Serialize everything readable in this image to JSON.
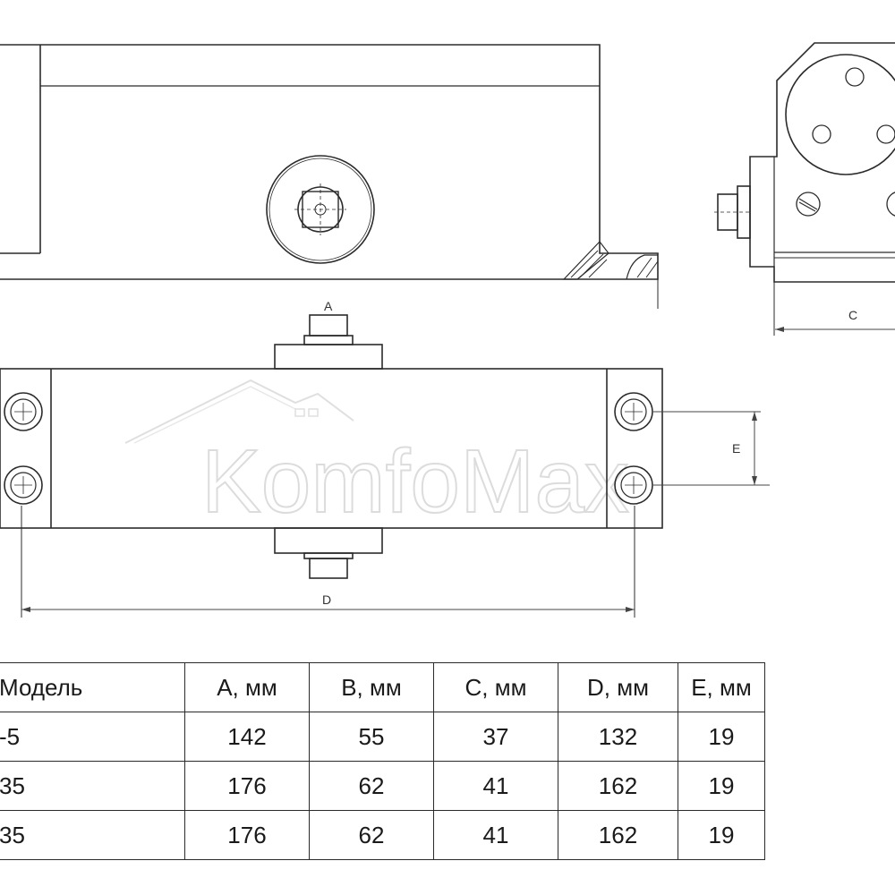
{
  "diagram": {
    "labels": {
      "a": "A",
      "c": "C",
      "d": "D",
      "e": "E"
    },
    "watermark": "KomfoMax"
  },
  "table": {
    "headers": [
      "Модель",
      "A, мм",
      "B, мм",
      "C, мм",
      "D, мм",
      "E, мм"
    ],
    "rows": [
      [
        "-5",
        "142",
        "55",
        "37",
        "132",
        "19"
      ],
      [
        "35",
        "176",
        "62",
        "41",
        "162",
        "19"
      ],
      [
        "35",
        "176",
        "62",
        "41",
        "162",
        "19"
      ]
    ]
  }
}
